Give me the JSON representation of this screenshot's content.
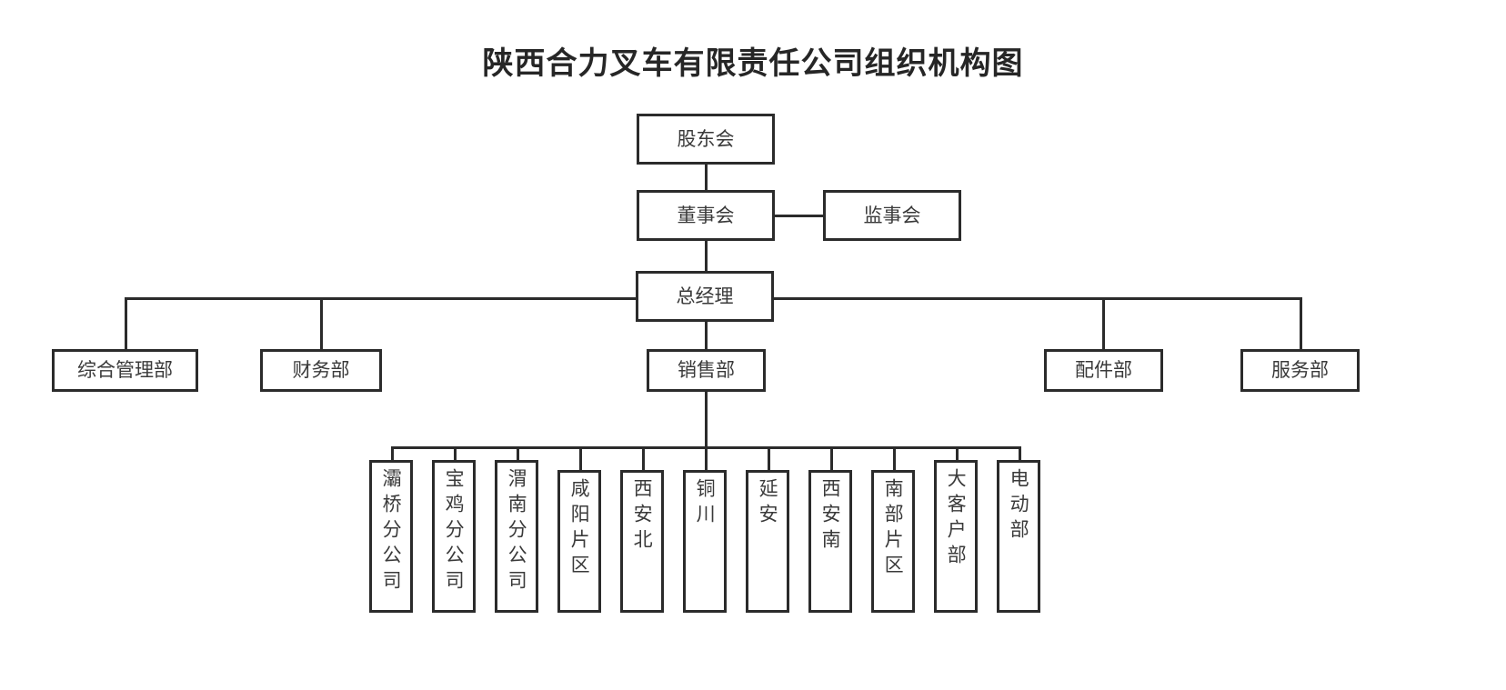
{
  "title": "陕西合力叉车有限责任公司组织机构图",
  "colors": {
    "border": "#2b2b2b",
    "text": "#3a3a3a",
    "title": "#262626",
    "background": "#ffffff"
  },
  "nodes": {
    "shareholders": {
      "label": "股东会"
    },
    "board": {
      "label": "董事会"
    },
    "supervisors": {
      "label": "监事会"
    },
    "general_manager": {
      "label": "总经理"
    },
    "departments": [
      {
        "label": "综合管理部"
      },
      {
        "label": "财务部"
      },
      {
        "label": "销售部"
      },
      {
        "label": "配件部"
      },
      {
        "label": "服务部"
      }
    ],
    "sales_branches": [
      {
        "label": "灞桥分公司"
      },
      {
        "label": "宝鸡分公司"
      },
      {
        "label": "渭南分公司"
      },
      {
        "label": "咸阳片区"
      },
      {
        "label": "西安北"
      },
      {
        "label": "铜川"
      },
      {
        "label": "延安"
      },
      {
        "label": "西安南"
      },
      {
        "label": "南部片区"
      },
      {
        "label": "大客户部"
      },
      {
        "label": "电动部"
      }
    ]
  }
}
